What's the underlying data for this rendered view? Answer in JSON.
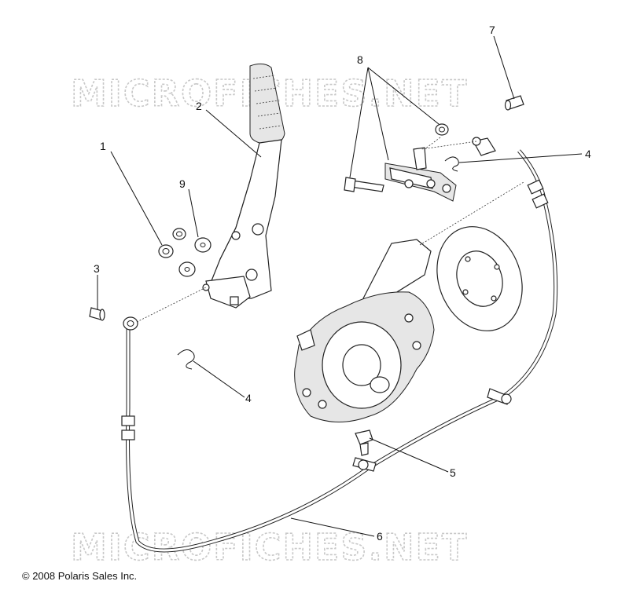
{
  "watermark": {
    "top": "MICROFICHES.NET",
    "bottom": "MICROFICHES.NET"
  },
  "callouts": [
    "1",
    "2",
    "3",
    "4",
    "4",
    "5",
    "6",
    "7",
    "8",
    "9"
  ],
  "copyright": "© 2008 Polaris Sales Inc."
}
